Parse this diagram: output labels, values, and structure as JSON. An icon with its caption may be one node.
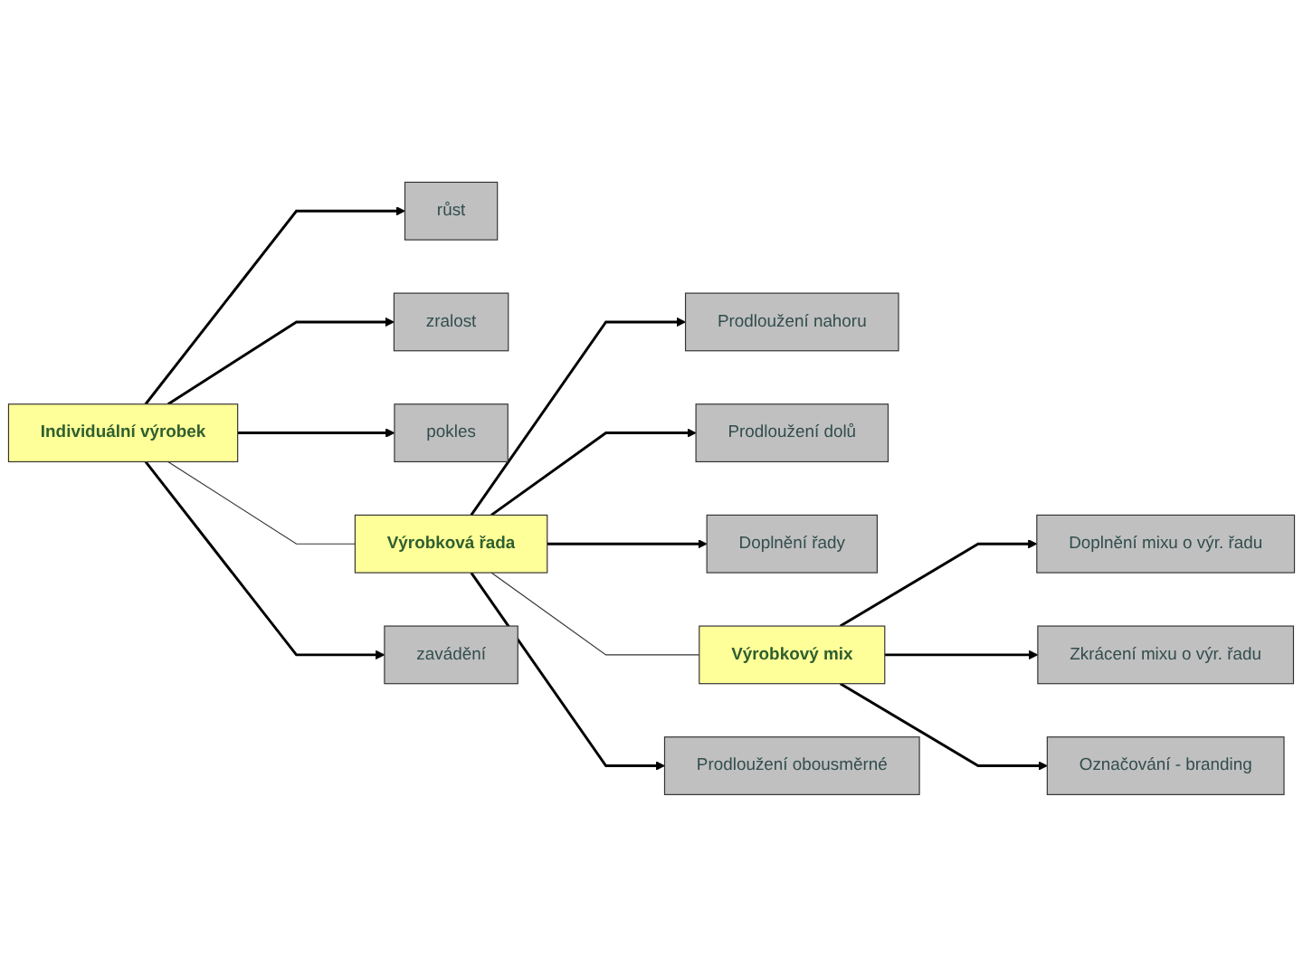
{
  "diagram": {
    "nodes": [
      {
        "text": [
          "růst"
        ]
      },
      {
        "text": [
          "zralost"
        ]
      },
      {
        "text": [
          "Prodloužení nahoru"
        ]
      },
      {
        "text": [
          "Individuální výrobek"
        ]
      },
      {
        "text": [
          "Prodloužení dolů"
        ]
      },
      {
        "text": [
          "pokles"
        ]
      },
      {
        "text": [
          "Výrobková řada"
        ]
      },
      {
        "text": [
          "Doplnění mixu o výr. řadu"
        ]
      },
      {
        "text": [
          "Zkrácení mixu o výr. řadu"
        ]
      },
      {
        "text": [
          "zavádění"
        ]
      },
      {
        "text": [
          "Doplnění řady"
        ]
      },
      {
        "text": [
          "Výrobkový mix"
        ]
      },
      {
        "text": [
          "Prodloužení obousměrné"
        ]
      },
      {
        "text": [
          "Označování - branding"
        ]
      }
    ],
    "edges": [
      {
        "from": 3,
        "to": 0,
        "arrow": "to"
      },
      {
        "from": 3,
        "to": 1,
        "arrow": "to"
      },
      {
        "from": 3,
        "to": 9,
        "arrow": "to"
      },
      {
        "from": 3,
        "to": 5,
        "arrow": "to"
      },
      {
        "from": 3,
        "to": 6,
        "arrow": "none"
      },
      {
        "from": 6,
        "to": 2,
        "arrow": "to"
      },
      {
        "from": 6,
        "to": 4,
        "arrow": "to"
      },
      {
        "from": 6,
        "to": 12,
        "arrow": "to"
      },
      {
        "from": 6,
        "to": 10,
        "arrow": "to"
      },
      {
        "from": 6,
        "to": 11,
        "arrow": "none"
      },
      {
        "from": 11,
        "to": 7,
        "arrow": "to"
      },
      {
        "from": 11,
        "to": 8,
        "arrow": "to"
      },
      {
        "from": 11,
        "to": 13,
        "arrow": "to"
      }
    ]
  }
}
